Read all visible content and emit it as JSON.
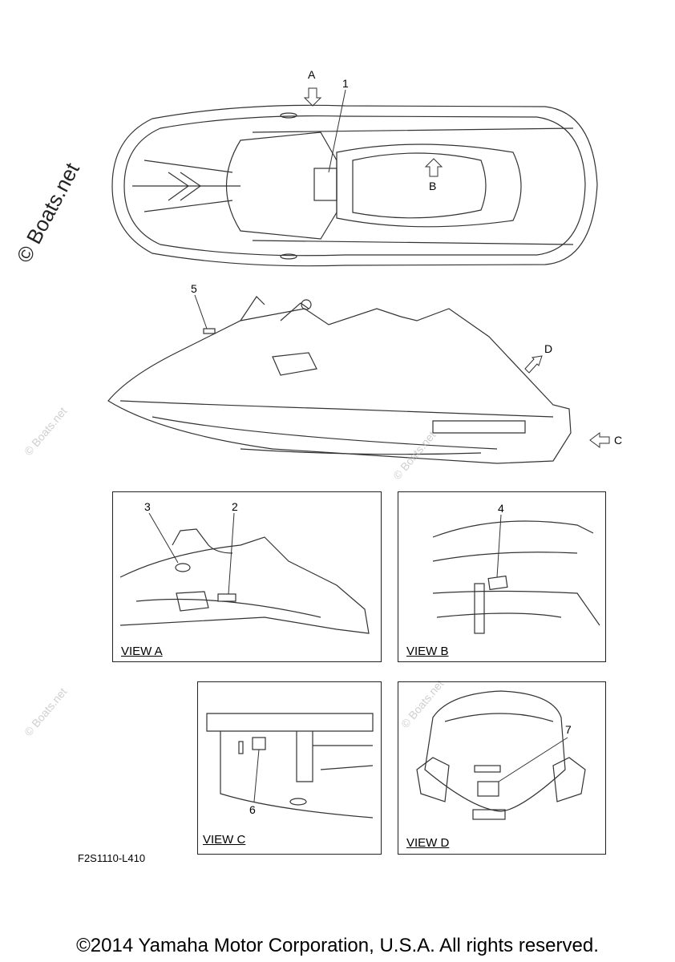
{
  "diagram": {
    "callouts": [
      "1",
      "2",
      "3",
      "4",
      "5",
      "6",
      "7"
    ],
    "direction_labels": [
      "A",
      "B",
      "C",
      "D"
    ],
    "views": [
      {
        "title": "VIEW A"
      },
      {
        "title": "VIEW B"
      },
      {
        "title": "VIEW C"
      },
      {
        "title": "VIEW D"
      }
    ],
    "diagram_code": "F2S1110-L410"
  },
  "watermark": "© Boats.net",
  "footer": {
    "copyright": "©2014 Yamaha Motor Corporation, U.S.A. All rights reserved."
  }
}
